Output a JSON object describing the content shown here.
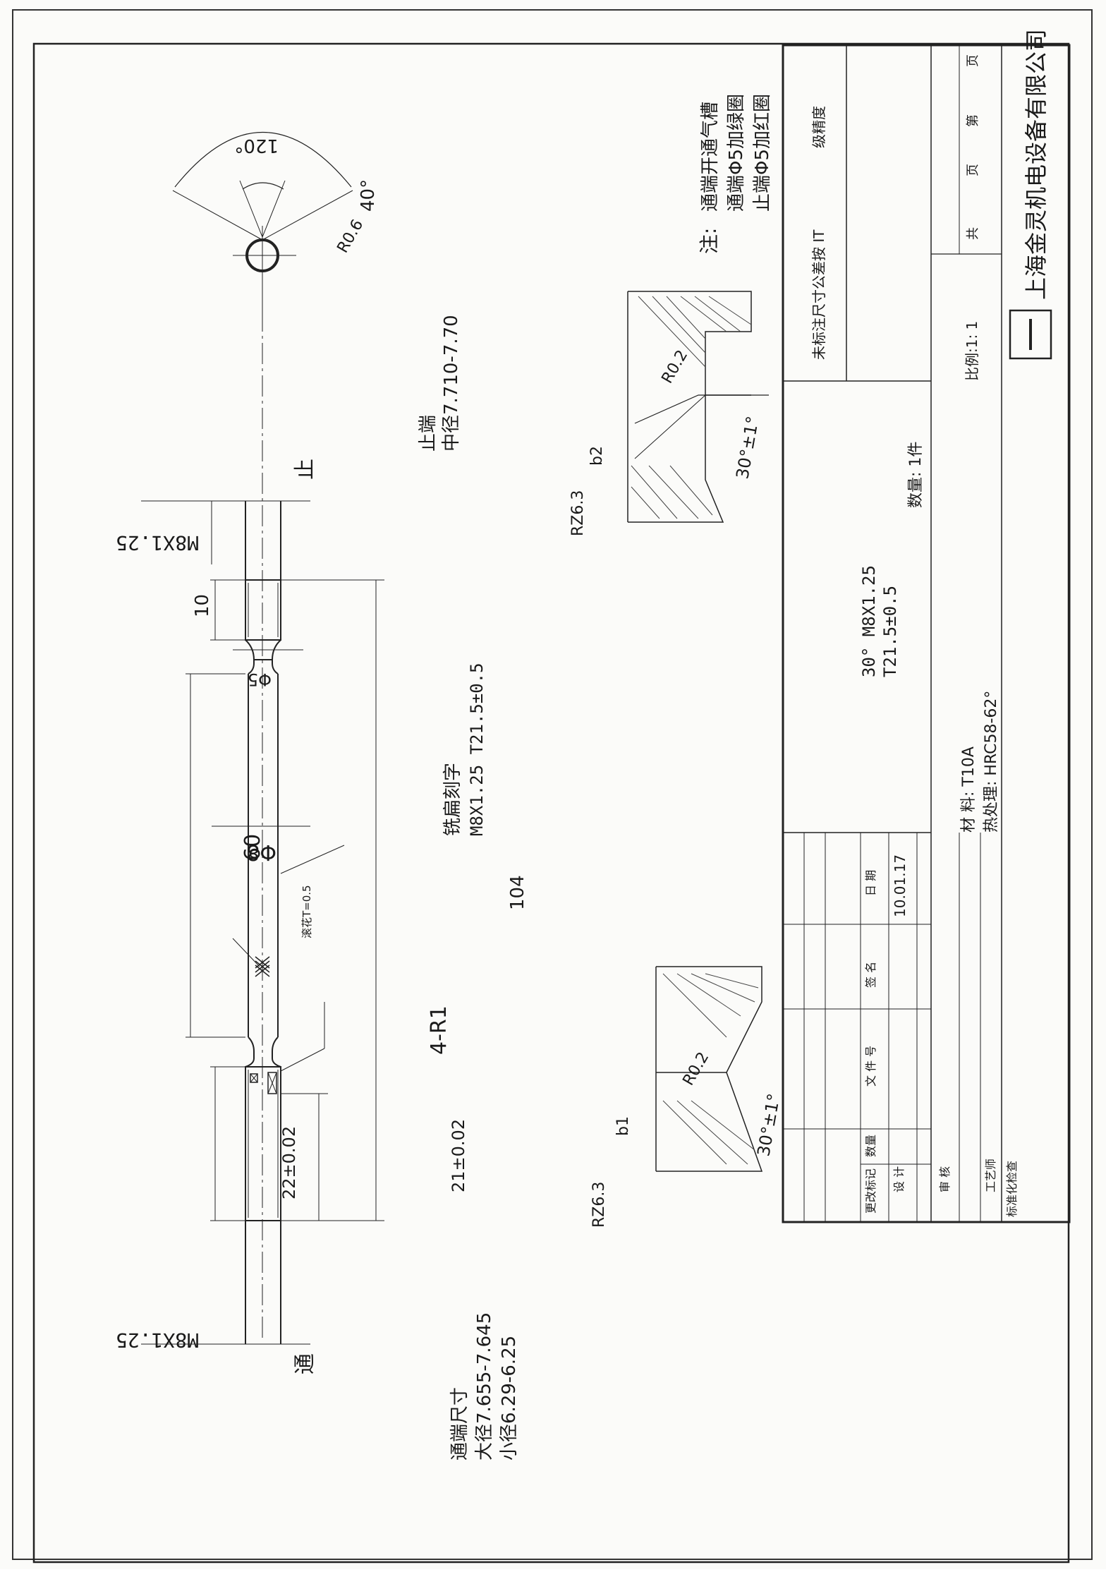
{
  "drawing": {
    "gauge_go_label": "通",
    "gauge_nogo_label": "止",
    "thread_go": "M8X1.25",
    "thread_nogo": "M8X1.25",
    "dim_length_total": "104",
    "dim_knurl_len": "60",
    "dim_nogo_len": "10",
    "dim_go_len_a": "22±0.02",
    "dim_go_len_b": "21±0.02",
    "dim_neck_dia": "Φ5",
    "dim_handle_dia": "Φ8",
    "fillet_note": "4-R1",
    "knurl_note": "滚花T=0.5",
    "engrave_note_1": "铣扁刻字",
    "engrave_note_2": "M8X1.25  T21.5±0.5",
    "nogo_dims_1": "止端",
    "nogo_dims_2": "中径7.710-7.70",
    "go_dims_1": "通端尺寸",
    "go_dims_2": "大径7.655-7.645",
    "go_dims_3": "小径6.29-6.25",
    "section_angle_outer": "120°",
    "section_angle_inner": "40°",
    "section_radius": "R0.6",
    "thread_angle_1": "30°±1°",
    "thread_angle_2": "30°±1°",
    "thread_r_1": "R0.2",
    "thread_r_2": "R0.2",
    "thread_b1": "b1",
    "thread_b2": "b2",
    "rough_1": "RZ6.3",
    "rough_2": "RZ6.3",
    "notes_head": "注:",
    "note_1": "通端开通气槽",
    "note_2": "通端Φ5加绿圈",
    "note_3": "止端Φ5加红圈"
  },
  "title_block": {
    "tolerance_note_a": "未标注尺寸公差按 IT",
    "tolerance_note_b": "级精度",
    "spec_1": "30° M8X1.25",
    "spec_2": "T21.5±0.5",
    "quantity": "数量: 1件",
    "material": "材  料:  T10A",
    "heat_treat": "热处理: HRC58-62°",
    "scale": "比例:1: 1",
    "sheets_total": "共",
    "page_word": "页",
    "sheet_no": "第",
    "page_word_2": "页",
    "company": "上海金灵机电设备有限公司",
    "header_change": "更改标记",
    "header_qty": "数量",
    "header_doc": "文 件 号",
    "header_sign": "签  名",
    "header_date": "日  期",
    "row_design": "设  计",
    "row_review": "审  核",
    "row_process": "工艺师",
    "row_standard": "标准化检查",
    "date_value": "10.01.17"
  }
}
